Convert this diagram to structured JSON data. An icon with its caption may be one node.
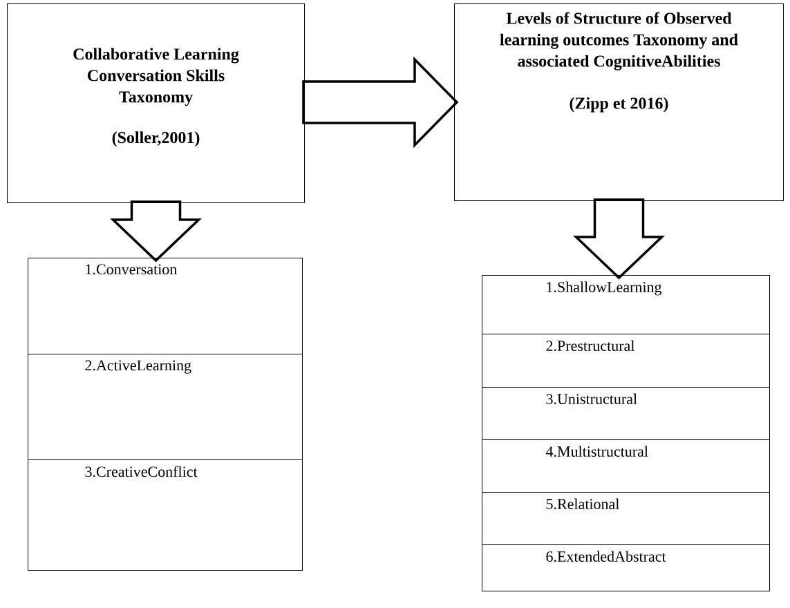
{
  "diagram": {
    "nodes": [
      {
        "text": [
          "Collaborative Learning Conversation Skills Taxonomy",
          "(Soller,2001)"
        ]
      },
      {
        "text": [
          "Levels of Structure of Observed learning outcomes Taxonomy and associated CognitiveAbilities",
          "(Zipp et 2016)"
        ]
      },
      {
        "text": [
          "1.Conversation"
        ]
      },
      {
        "text": [
          "2.ActiveLearning"
        ]
      },
      {
        "text": [
          "3.CreativeConflict"
        ]
      },
      {
        "text": [
          "1.ShallowLearning"
        ]
      },
      {
        "text": [
          "2.Prestructural"
        ]
      },
      {
        "text": [
          "3.Unistructural"
        ]
      },
      {
        "text": [
          "4.Multistructural"
        ]
      },
      {
        "text": [
          "5.Relational"
        ]
      },
      {
        "text": [
          "6.ExtendedAbstract"
        ]
      }
    ],
    "edges": [
      {
        "from": 0,
        "to": 1,
        "arrow": "to"
      },
      {
        "from": 0,
        "to": 2,
        "arrow": "to"
      },
      {
        "from": 1,
        "to": 5,
        "arrow": "to"
      }
    ]
  }
}
